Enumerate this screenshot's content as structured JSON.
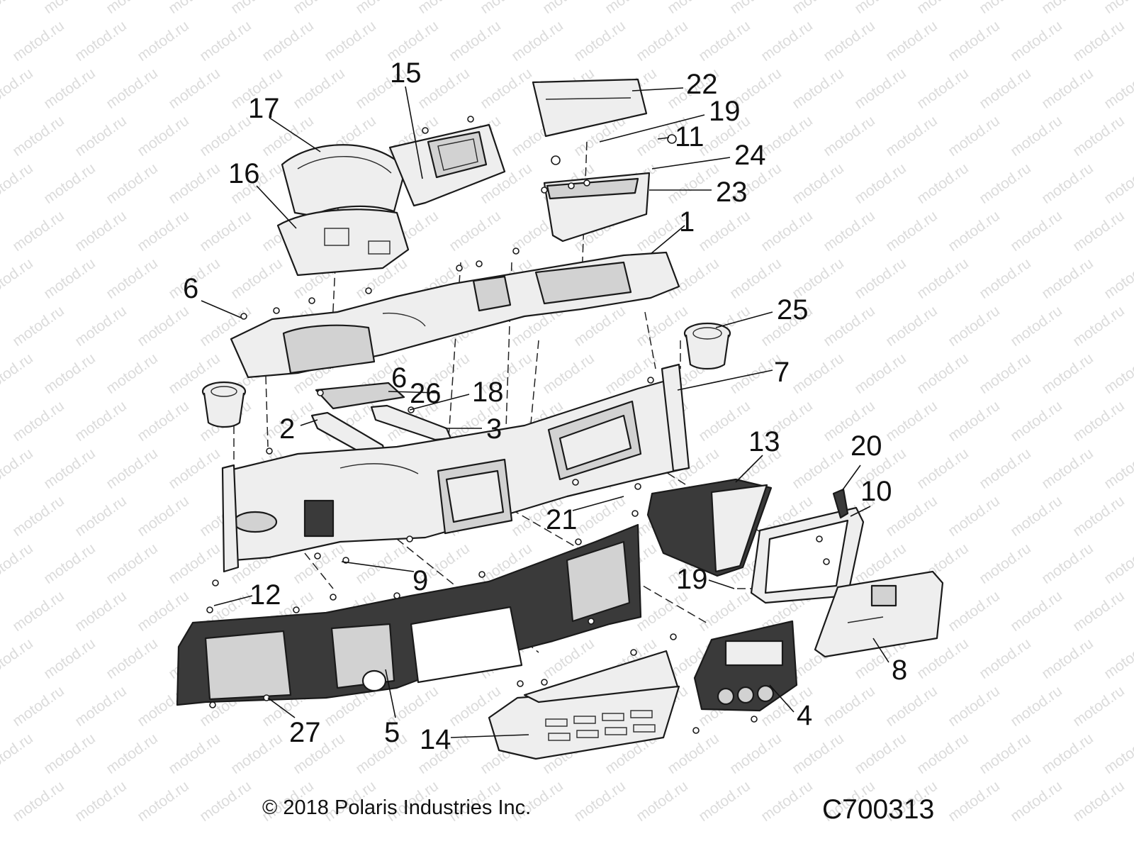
{
  "watermark": "motod.ru",
  "callouts": [
    {
      "id": "15",
      "label": "15"
    },
    {
      "id": "22",
      "label": "22"
    },
    {
      "id": "17",
      "label": "17"
    },
    {
      "id": "19a",
      "label": "19"
    },
    {
      "id": "11",
      "label": "11"
    },
    {
      "id": "24",
      "label": "24"
    },
    {
      "id": "16",
      "label": "16"
    },
    {
      "id": "23",
      "label": "23"
    },
    {
      "id": "1",
      "label": "1"
    },
    {
      "id": "6a",
      "label": "6"
    },
    {
      "id": "25",
      "label": "25"
    },
    {
      "id": "6b",
      "label": "6"
    },
    {
      "id": "7",
      "label": "7"
    },
    {
      "id": "26",
      "label": "26"
    },
    {
      "id": "18",
      "label": "18"
    },
    {
      "id": "2",
      "label": "2"
    },
    {
      "id": "3",
      "label": "3"
    },
    {
      "id": "13",
      "label": "13"
    },
    {
      "id": "20",
      "label": "20"
    },
    {
      "id": "10",
      "label": "10"
    },
    {
      "id": "21",
      "label": "21"
    },
    {
      "id": "9",
      "label": "9"
    },
    {
      "id": "19b",
      "label": "19"
    },
    {
      "id": "12",
      "label": "12"
    },
    {
      "id": "8",
      "label": "8"
    },
    {
      "id": "4",
      "label": "4"
    },
    {
      "id": "27",
      "label": "27"
    },
    {
      "id": "5",
      "label": "5"
    },
    {
      "id": "14",
      "label": "14"
    }
  ],
  "footer": {
    "copyright": "© 2018 Polaris Industries Inc.",
    "figure_code": "C700313"
  }
}
